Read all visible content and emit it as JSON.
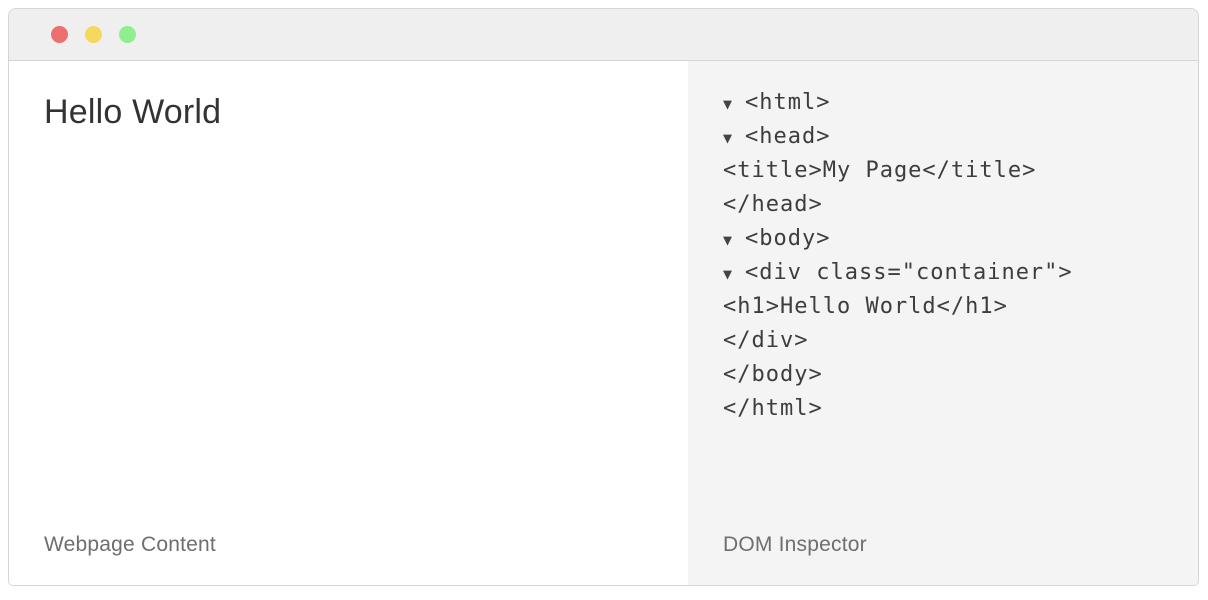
{
  "window": {
    "traffic_lights": [
      {
        "name": "close",
        "color": "#ec7070"
      },
      {
        "name": "minimize",
        "color": "#f5d85e"
      },
      {
        "name": "zoom",
        "color": "#90ee90"
      }
    ]
  },
  "webpage": {
    "heading": "Hello World",
    "label": "Webpage Content"
  },
  "inspector": {
    "label": "DOM Inspector",
    "lines": [
      {
        "expand": "▼",
        "code": "<html>"
      },
      {
        "expand": "▼",
        "code": "<head>"
      },
      {
        "expand": "",
        "code": "<title>My Page</title>"
      },
      {
        "expand": "",
        "code": "</head>"
      },
      {
        "expand": "▼",
        "code": "<body>"
      },
      {
        "expand": "▼",
        "code": "<div class=\"container\">"
      },
      {
        "expand": "",
        "code": "<h1>Hello World</h1>"
      },
      {
        "expand": "",
        "code": "</div>"
      },
      {
        "expand": "",
        "code": "</body>"
      },
      {
        "expand": "",
        "code": "</html>"
      }
    ]
  },
  "colors": {
    "window_border": "#d5d5d5",
    "titlebar_bg": "#efefef",
    "left_panel_bg": "#ffffff",
    "right_panel_bg": "#f4f4f4",
    "heading_text": "#333333",
    "code_text": "#3d3d3d",
    "label_text": "#6e6e6e"
  }
}
